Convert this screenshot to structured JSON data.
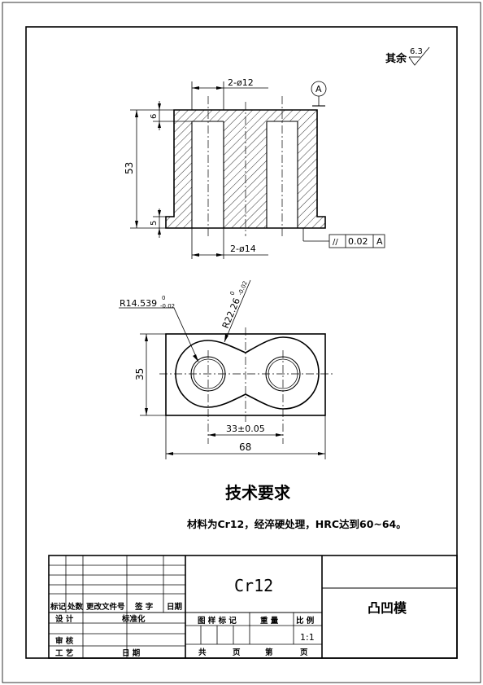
{
  "drawing": {
    "roughness_note": {
      "label": "其余",
      "value": "6.3"
    },
    "front_view": {
      "top_hole_dim": "2-ø12",
      "bottom_hole_dim": "2-ø14",
      "height_dim": "53",
      "top_step_dim": "6",
      "bottom_step_dim": "5",
      "datum_letter": "A",
      "tolerance_frame": {
        "symbol": "//",
        "value": "0.02",
        "datum": "A"
      }
    },
    "top_view": {
      "radius_small": "R14.539",
      "radius_small_upper": "0",
      "radius_small_lower": "-0.02",
      "radius_large": "R22.26",
      "radius_large_upper": "0",
      "radius_large_lower": "-0.02",
      "width_dim": "35",
      "center_distance_dim": "33±0.05",
      "length_dim": "68"
    },
    "requirements": {
      "title": "技术要求",
      "text": "材料为Cr12，经淬硬处理，HRC达到60~64。"
    }
  },
  "title_block": {
    "material": "Cr12",
    "part_name": "凸凹模",
    "header_labels": [
      "标记",
      "处数",
      "更改文件号",
      "签 字",
      "日期"
    ],
    "role_labels": {
      "design": "设 计",
      "standardization": "标准化",
      "review": "审 核",
      "process": "工 艺",
      "date": "日 期"
    },
    "stage_label": "图 样 标 记",
    "weight_label": "重 量",
    "scale_label": "比 例",
    "scale_value": "1:1",
    "total_label": "共",
    "sheet_label": "页",
    "page_no_label": "第",
    "page_label": "页"
  }
}
